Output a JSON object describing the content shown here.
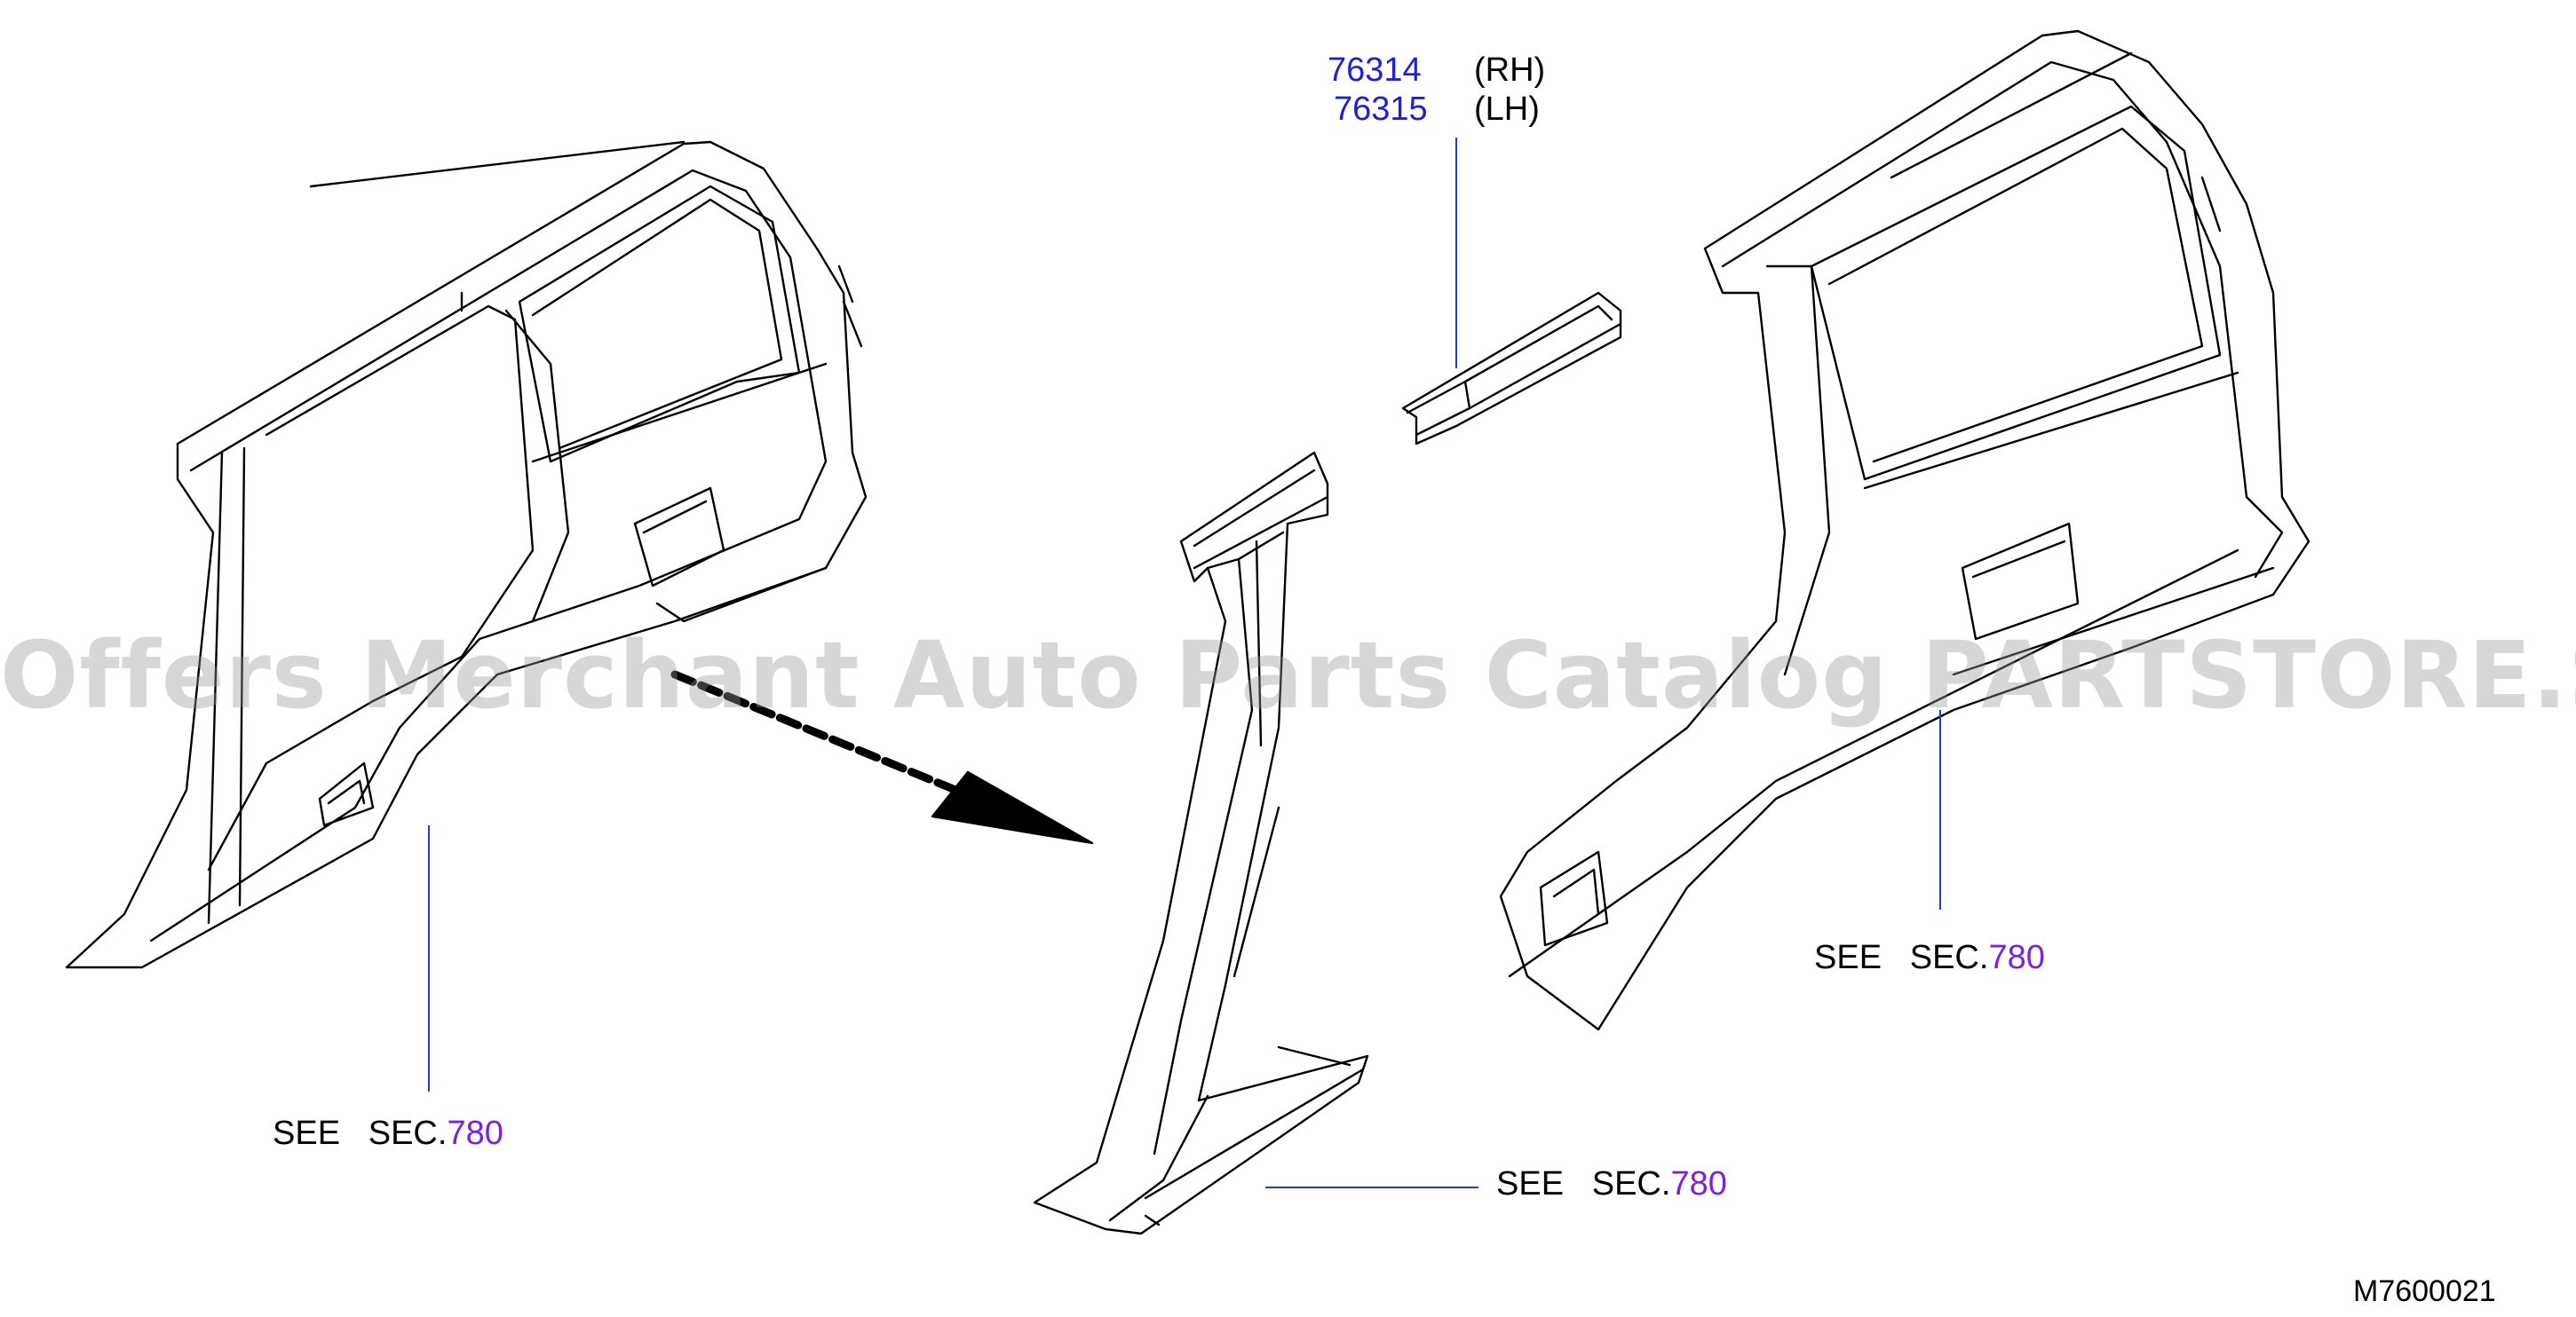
{
  "parts": [
    {
      "number": "76314",
      "side": "(RH)",
      "color": "#1f1fd6"
    },
    {
      "number": "76315",
      "side": "(LH)",
      "color": "#1f1fd6"
    }
  ],
  "references": [
    {
      "see": "SEE",
      "sec_prefix": "SEC.",
      "sec_number": "780"
    },
    {
      "see": "SEE",
      "sec_prefix": "SEC.",
      "sec_number": "780"
    },
    {
      "see": "SEE",
      "sec_prefix": "SEC.",
      "sec_number": "780"
    }
  ],
  "diagram_code": "M7600021",
  "watermark": "Offers Merchant Auto Parts Catalog PARTSTORE.SA",
  "colors": {
    "part_number": "#1f1fd6",
    "section_link": "#7a22e0",
    "line": "#000000",
    "leader": "#1f3fc0"
  }
}
